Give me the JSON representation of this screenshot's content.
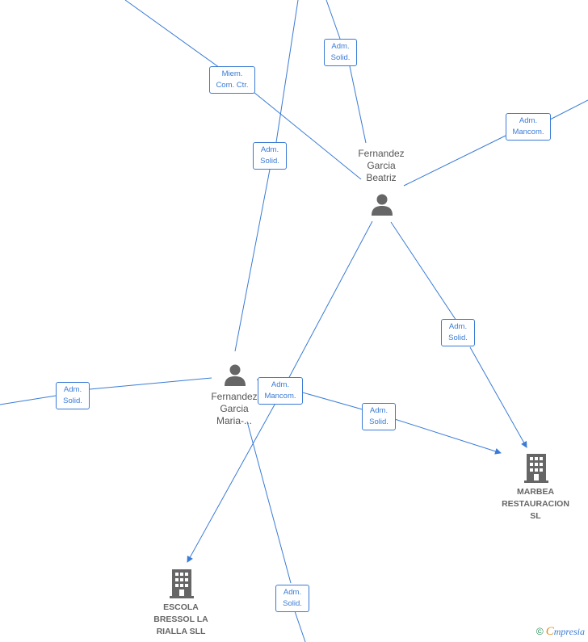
{
  "persons": [
    {
      "id": "beatriz",
      "lines": [
        "Fernandez",
        "Garcia",
        "Beatriz"
      ]
    },
    {
      "id": "maria",
      "lines": [
        "Fernandez",
        "Garcia",
        "Maria-..."
      ]
    }
  ],
  "companies": [
    {
      "id": "marbea",
      "lines": [
        "MARBEA",
        "RESTAURACION",
        "SL"
      ]
    },
    {
      "id": "escola",
      "lines": [
        "ESCOLA",
        "BRESSOL LA",
        "RIALLA SLL"
      ]
    }
  ],
  "edge_labels": [
    {
      "id": "l1",
      "lines": [
        "Adm.",
        "Solid."
      ]
    },
    {
      "id": "l2",
      "lines": [
        "Miem.",
        "Com. Ctr."
      ]
    },
    {
      "id": "l3",
      "lines": [
        "Adm.",
        "Solid."
      ]
    },
    {
      "id": "l4",
      "lines": [
        "Adm.",
        "Mancom."
      ]
    },
    {
      "id": "l5",
      "lines": [
        "Adm.",
        "Solid."
      ]
    },
    {
      "id": "l6",
      "lines": [
        "Adm.",
        "Solid."
      ]
    },
    {
      "id": "l7",
      "lines": [
        "Adm.",
        "Mancom."
      ]
    },
    {
      "id": "l8",
      "lines": [
        "Adm.",
        "Solid."
      ]
    },
    {
      "id": "l9",
      "lines": [
        "Adm.",
        "Solid."
      ]
    }
  ],
  "footer": {
    "copyright": "©",
    "brand_initial": "C",
    "brand_rest": "mpresia"
  },
  "colors": {
    "edge": "#3a7bd5",
    "icon": "#666666",
    "label_text": "#555555"
  }
}
